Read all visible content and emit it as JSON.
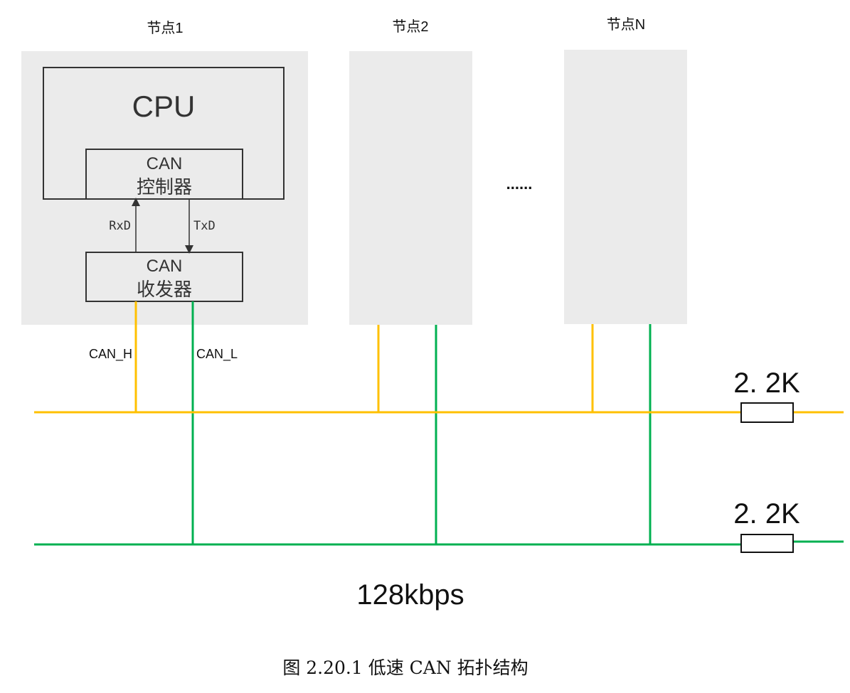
{
  "nodes": [
    {
      "label": "节点1"
    },
    {
      "label": "节点2"
    },
    {
      "label": "节点N"
    }
  ],
  "cpu": {
    "label": "CPU"
  },
  "controller": {
    "line1": "CAN",
    "line2": "控制器"
  },
  "transceiver": {
    "line1": "CAN",
    "line2": "收发器"
  },
  "signals": {
    "rx": "RxD",
    "tx": "TxD",
    "can_h": "CAN_H",
    "can_l": "CAN_L"
  },
  "ellipsis": "......",
  "resistors": [
    {
      "value": "2. 2K"
    },
    {
      "value": "2. 2K"
    }
  ],
  "bitrate": "128kbps",
  "caption": "图 2.20.1 低速 CAN 拓扑结构",
  "colors": {
    "can_h": "#ffc000",
    "can_l": "#00b050",
    "node_bg": "#ebebeb",
    "stroke": "#333333"
  }
}
